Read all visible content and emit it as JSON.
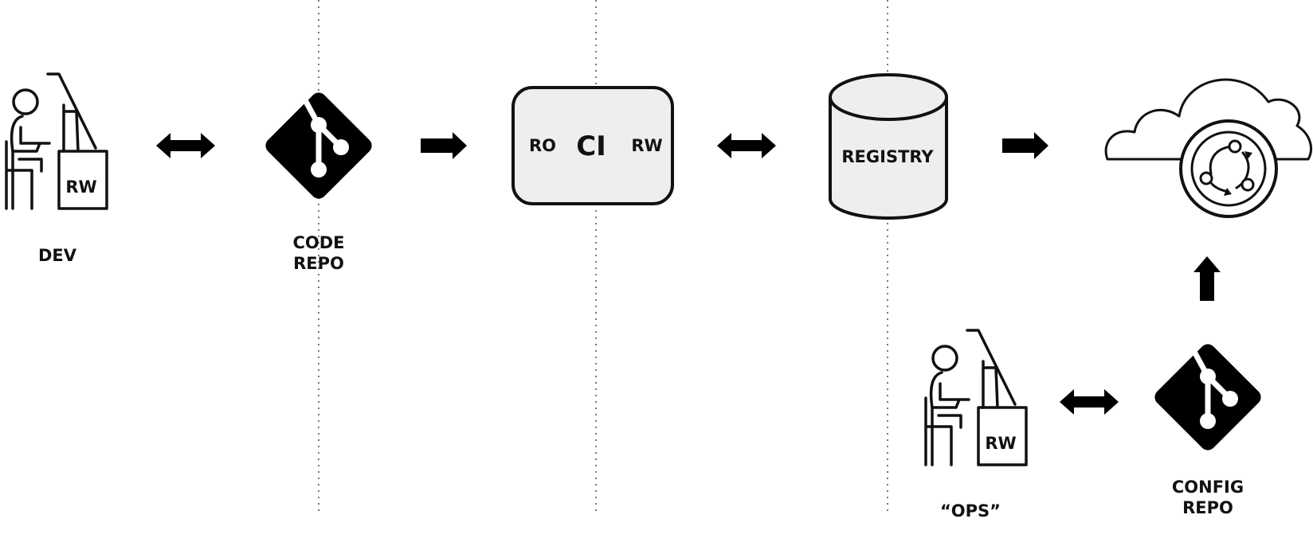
{
  "nodes": {
    "dev": {
      "label": "DEV",
      "access": "RW"
    },
    "code_repo": {
      "label_line1": "CODE",
      "label_line2": "REPO"
    },
    "ci": {
      "label": "CI",
      "left": "RO",
      "right": "RW"
    },
    "registry": {
      "label": "REGISTRY"
    },
    "ops": {
      "label": "“OPS”",
      "access": "RW"
    },
    "config_repo": {
      "label_line1": "CONFIG",
      "label_line2": "REPO"
    }
  },
  "colors": {
    "ink": "#111111",
    "ci_fill": "#eeeeee",
    "divider": "#777777"
  },
  "icons": {
    "developer": "person-at-desk-icon",
    "repo": "git-diamond-icon",
    "cloud": "cloud-deploy-icon",
    "registry": "database-cylinder-icon"
  }
}
